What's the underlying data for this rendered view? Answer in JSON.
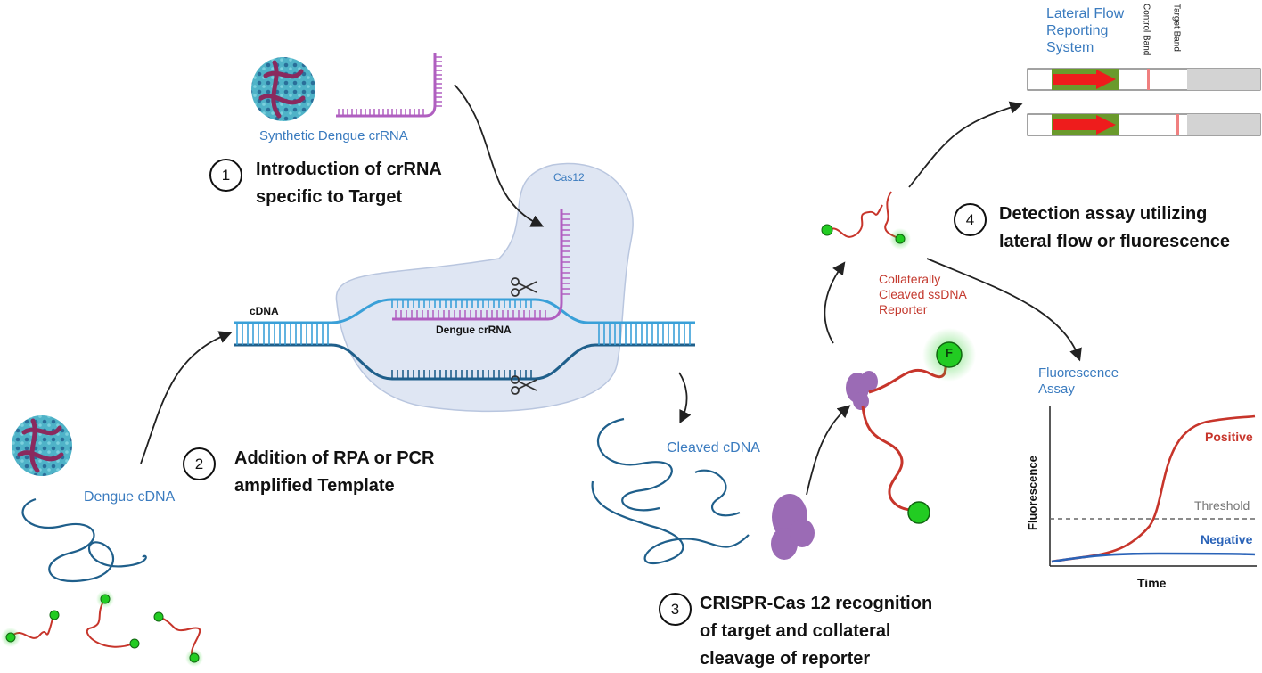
{
  "labels": {
    "synthetic_crrna": "Synthetic Dengue crRNA",
    "cas12": "Cas12",
    "cdna": "cDNA",
    "dengue_crrna": "Dengue crRNA",
    "dengue_cdna": "Dengue cDNA",
    "cleaved_cdna": "Cleaved cDNA",
    "collateral_reporter": [
      "Collaterally",
      "Cleaved ssDNA",
      "Reporter"
    ],
    "lateral_flow": [
      "Lateral Flow",
      "Reporting",
      "System"
    ],
    "control_band": "Control Band",
    "target_band": "Target Band",
    "fluorescence_assay": [
      "Fluorescence",
      "Assay"
    ],
    "fluorophore": "F"
  },
  "steps": [
    {
      "number": "1",
      "lines": [
        "Introduction of crRNA",
        "specific to Target"
      ]
    },
    {
      "number": "2",
      "lines": [
        "Addition of RPA or PCR",
        "amplified Template"
      ]
    },
    {
      "number": "3",
      "lines": [
        "CRISPR-Cas 12 recognition",
        "of target and collateral",
        "cleavage of reporter"
      ]
    },
    {
      "number": "4",
      "lines": [
        "Detection assay utilizing",
        "lateral flow or fluorescence"
      ]
    }
  ],
  "chart": {
    "ylabel": "Fluorescence",
    "xlabel": "Time",
    "threshold": "Threshold",
    "positive": "Positive",
    "negative": "Negative"
  },
  "colors": {
    "dna_light": "#3aa0d8",
    "dna_dark": "#1f5f8b",
    "crrna": "#b05fc0",
    "cas12_blob": "#dfe6f3",
    "reporter": "#c7352b",
    "fluor_green": "#22cc22",
    "positive": "#c7352b",
    "negative": "#2a63b8",
    "strip_green": "#6a9a2c",
    "strip_arrow": "#ee1c1c"
  }
}
